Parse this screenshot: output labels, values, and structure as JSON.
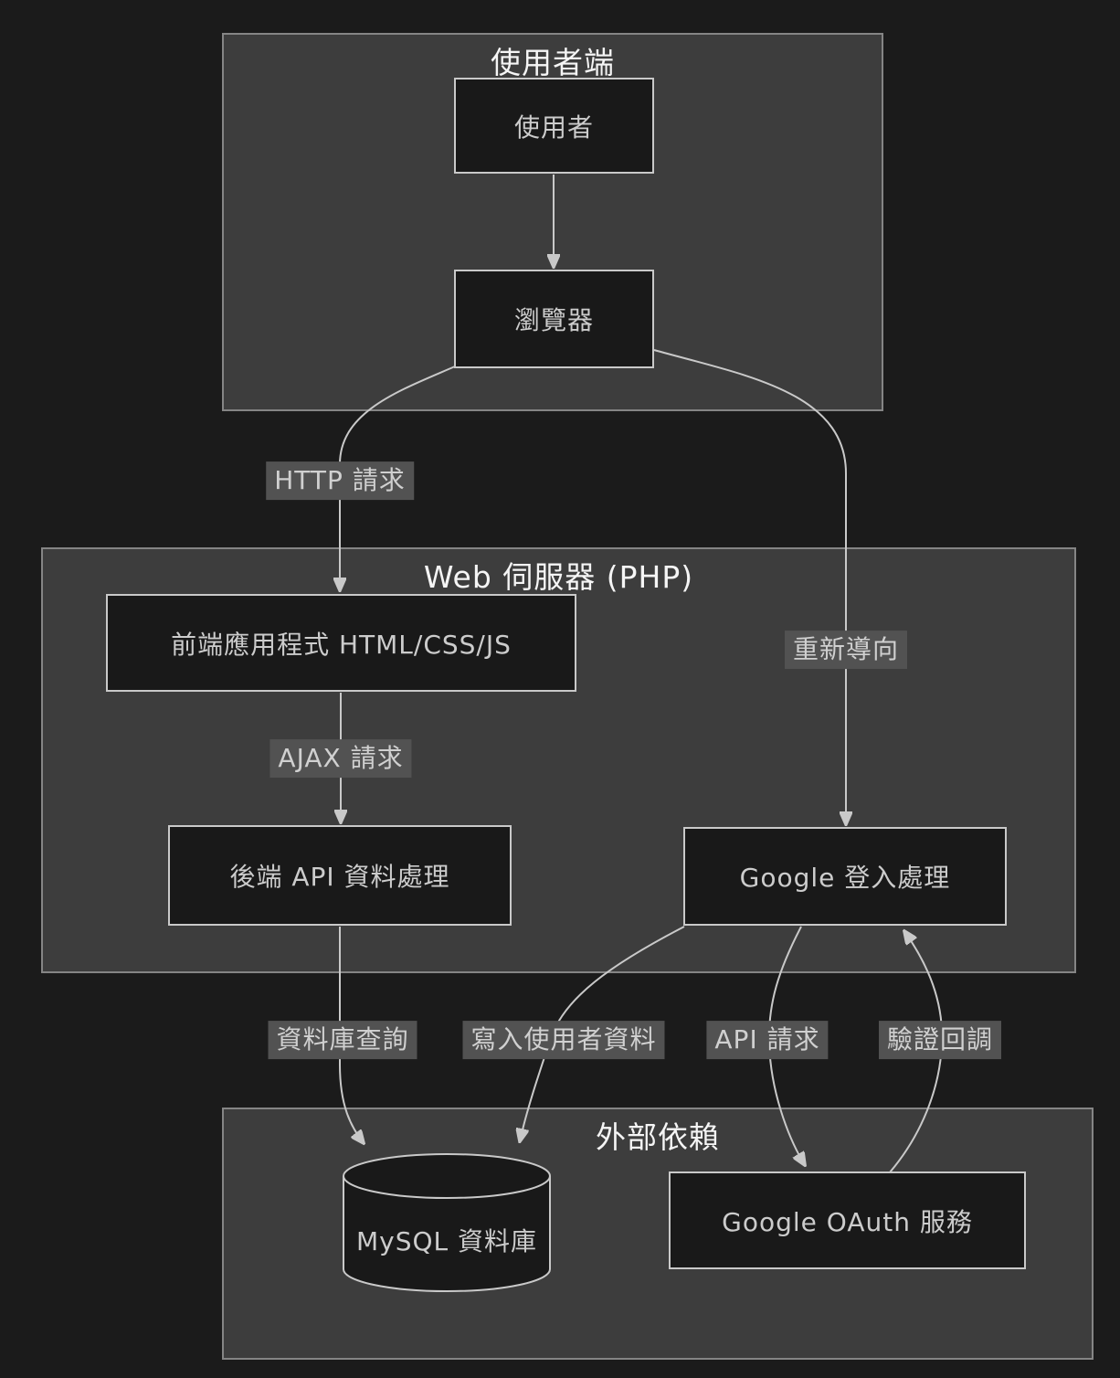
{
  "diagram": {
    "clusters": [
      {
        "id": "user-side",
        "title": "使用者端"
      },
      {
        "id": "web-server",
        "title": "Web 伺服器 (PHP)"
      },
      {
        "id": "external",
        "title": "外部依賴"
      }
    ],
    "nodes": [
      {
        "id": "user",
        "label": "使用者",
        "shape": "rect"
      },
      {
        "id": "browser",
        "label": "瀏覽器",
        "shape": "rect"
      },
      {
        "id": "frontend",
        "label": "前端應用程式 HTML/CSS/JS",
        "shape": "rect"
      },
      {
        "id": "backend",
        "label": "後端 API 資料處理",
        "shape": "rect"
      },
      {
        "id": "google-login",
        "label": "Google 登入處理",
        "shape": "rect"
      },
      {
        "id": "mysql",
        "label": "MySQL 資料庫",
        "shape": "cylinder"
      },
      {
        "id": "oauth",
        "label": "Google OAuth 服務",
        "shape": "rect"
      }
    ],
    "edges": [
      {
        "from": "user",
        "to": "browser",
        "label": ""
      },
      {
        "from": "browser",
        "to": "frontend",
        "label": "HTTP 請求"
      },
      {
        "from": "frontend",
        "to": "backend",
        "label": "AJAX 請求"
      },
      {
        "from": "browser",
        "to": "google-login",
        "label": "重新導向"
      },
      {
        "from": "backend",
        "to": "mysql",
        "label": "資料庫查詢"
      },
      {
        "from": "google-login",
        "to": "mysql",
        "label": "寫入使用者資料"
      },
      {
        "from": "google-login",
        "to": "oauth",
        "label": "API 請求"
      },
      {
        "from": "oauth",
        "to": "google-login",
        "label": "驗證回調"
      }
    ],
    "colors": {
      "page-bg": "#1b1b1b",
      "cluster-fill": "#3d3d3d",
      "cluster-border": "#858585",
      "cluster-title": "#f5f5f5",
      "node-fill": "#191919",
      "node-border": "#c9c9c9",
      "node-text": "#cccccc",
      "edge": "#c9c9c9",
      "label-bg": "#525252",
      "label-text": "#d0d0d0"
    }
  }
}
